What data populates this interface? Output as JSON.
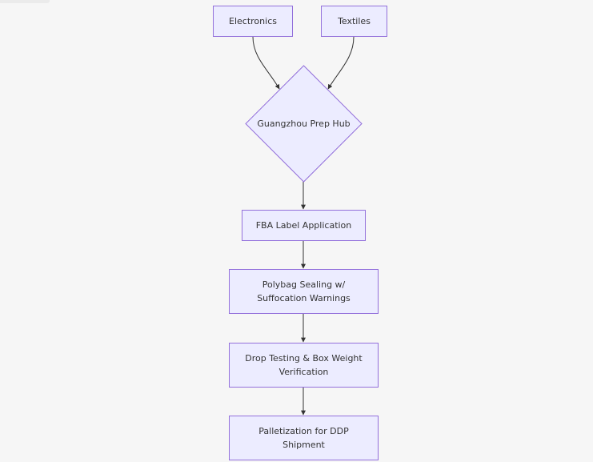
{
  "flowchart": {
    "nodes": {
      "electronics": "Electronics",
      "textiles": "Textiles",
      "hub": "Guangzhou Prep Hub",
      "fba_label": "FBA Label Application",
      "polybag_line1": "Polybag Sealing w/",
      "polybag_line2": "Suffocation Warnings",
      "drop_line1": "Drop Testing & Box Weight",
      "drop_line2": "Verification",
      "pallet_line1": "Palletization for DDP",
      "pallet_line2": "Shipment"
    },
    "edges": [
      {
        "from": "Electronics",
        "to": "Guangzhou Prep Hub"
      },
      {
        "from": "Textiles",
        "to": "Guangzhou Prep Hub"
      },
      {
        "from": "Guangzhou Prep Hub",
        "to": "FBA Label Application"
      },
      {
        "from": "FBA Label Application",
        "to": "Polybag Sealing w/ Suffocation Warnings"
      },
      {
        "from": "Polybag Sealing w/ Suffocation Warnings",
        "to": "Drop Testing & Box Weight Verification"
      },
      {
        "from": "Drop Testing & Box Weight Verification",
        "to": "Palletization for DDP Shipment"
      }
    ],
    "colors": {
      "node_fill": "#ececff",
      "node_stroke": "#9370db",
      "edge": "#333333",
      "background": "#f6f6f6"
    }
  }
}
